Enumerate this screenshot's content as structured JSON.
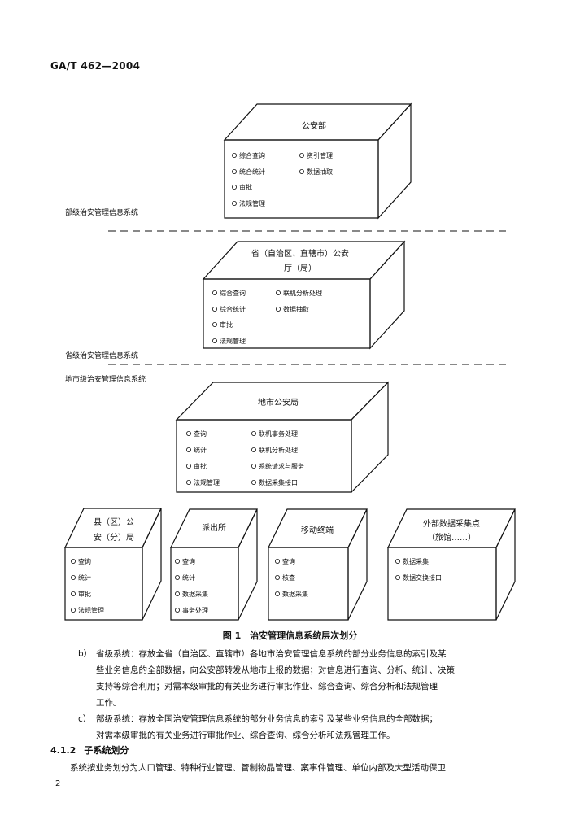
{
  "header": "GA/T 462—2004",
  "levels": {
    "ministry": {
      "title": "公安部",
      "items": [
        "综合查询",
        "统合统计",
        "审批",
        "法规管理",
        "资引管理",
        "数据抽取"
      ],
      "label": "部级治安管理信息系统"
    },
    "province": {
      "title_line1": "省（自治区、直辖市）公安",
      "title_line2": "厅（局）",
      "items": [
        "综合查询",
        "综合统计",
        "审批",
        "法规管理",
        "联机分析处理",
        "数据抽取"
      ],
      "label": "省级治安管理信息系统"
    },
    "city": {
      "label": "地市级治安管理信息系统",
      "title": "地市公安局",
      "items": [
        "查询",
        "统计",
        "审批",
        "法规管理",
        "联机事务处理",
        "联机分析处理",
        "系统请求与服务",
        "数据采集接口"
      ]
    },
    "county": {
      "title_line1": "县（区）公",
      "title_line2": "安（分）局",
      "items": [
        "查询",
        "统计",
        "审批",
        "法规管理"
      ]
    },
    "station": {
      "title": "派出所",
      "items": [
        "查询",
        "统计",
        "数据采集",
        "事务处理"
      ]
    },
    "mobile": {
      "title": "移动终端",
      "items": [
        "查询",
        "核查",
        "数据采集"
      ]
    },
    "external": {
      "title_line1": "外部数据采集点",
      "title_line2": "（旅馆……）",
      "items": [
        "数据采集",
        "数据交换接口"
      ]
    }
  },
  "figure_caption": "图 1　治安管理信息系统层次划分",
  "para_b": {
    "marker": "b）",
    "lines": [
      "省级系统：存放全省（自治区、直辖市）各地市治安管理信息系统的部分业务信息的索引及某",
      "些业务信息的全部数据，向公安部转发从地市上报的数据；对信息进行查询、分析、统计、决策",
      "支持等综合利用；对需本级审批的有关业务进行审批作业、综合查询、综合分析和法规管理",
      "工作。"
    ]
  },
  "para_c": {
    "marker": "c）",
    "lines": [
      "部级系统：存放全国治安管理信息系统的部分业务信息的索引及某些业务信息的全部数据；",
      "对需本级审批的有关业务进行审批作业、综合查询、综合分析和法规管理工作。"
    ]
  },
  "section": {
    "number": "4.1.2",
    "title": "子系统划分"
  },
  "section_text": "系统按业务划分为人口管理、特种行业管理、管制物品管理、案事件管理、单位内部及大型活动保卫",
  "page_number": "2"
}
